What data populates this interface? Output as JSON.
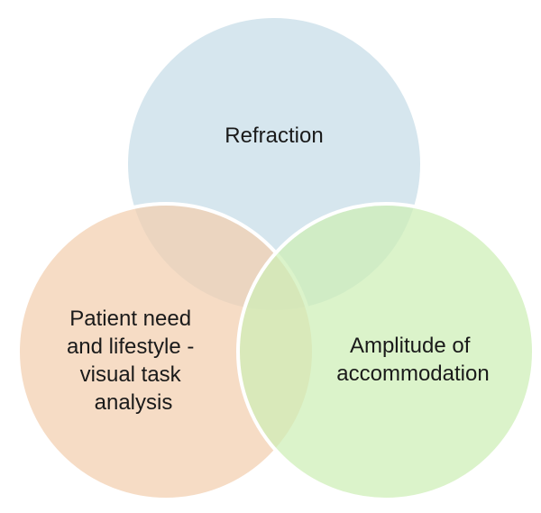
{
  "diagram": {
    "type": "venn",
    "circles": [
      {
        "id": "refraction",
        "label_lines": [
          "Refraction"
        ],
        "fill": "#c6dde8",
        "stroke": "#ffffff"
      },
      {
        "id": "patient-need",
        "label_lines": [
          "Patient need",
          "and lifestyle -",
          "visual task",
          "analysis"
        ],
        "fill": "#f2cfaf",
        "stroke": "#ffffff"
      },
      {
        "id": "amplitude",
        "label_lines": [
          "Amplitude of",
          "accommodation"
        ],
        "fill": "#cdeeb6",
        "stroke": "#ffffff"
      }
    ]
  }
}
